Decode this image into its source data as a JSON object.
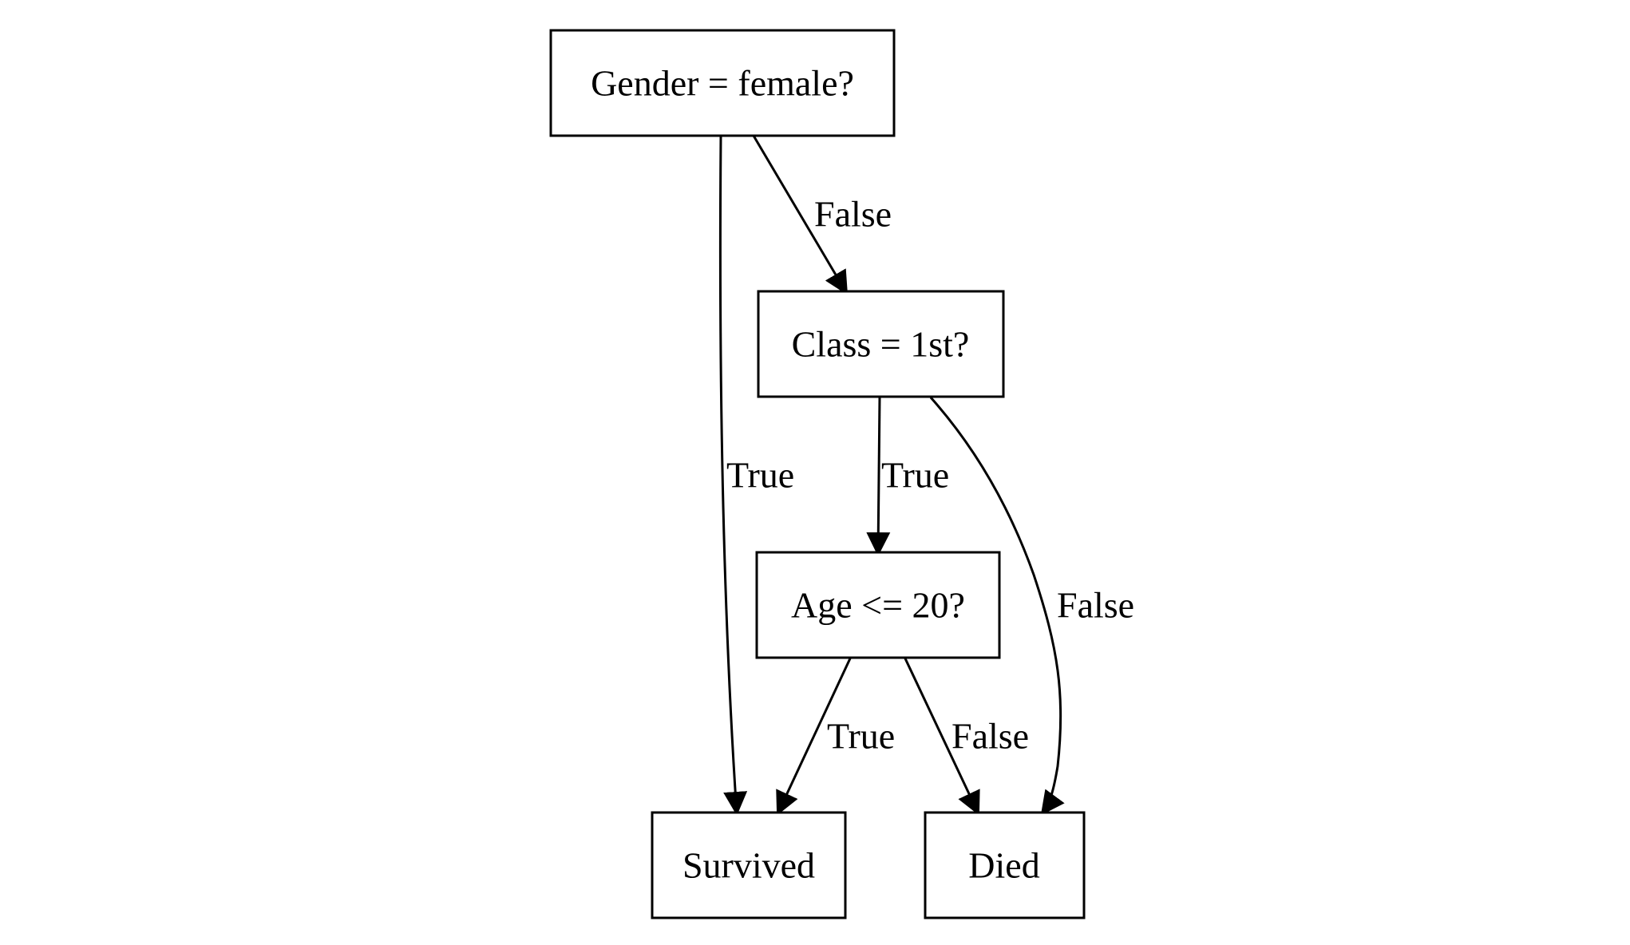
{
  "nodes": {
    "gender": {
      "label": "Gender = female?"
    },
    "class": {
      "label": "Class = 1st?"
    },
    "age": {
      "label": "Age <= 20?"
    },
    "survived": {
      "label": "Survived"
    },
    "died": {
      "label": "Died"
    }
  },
  "edges": [
    {
      "from": "gender",
      "to": "survived",
      "label": "True"
    },
    {
      "from": "gender",
      "to": "class",
      "label": "False"
    },
    {
      "from": "class",
      "to": "age",
      "label": "True"
    },
    {
      "from": "class",
      "to": "died",
      "label": "False"
    },
    {
      "from": "age",
      "to": "survived",
      "label": "True"
    },
    {
      "from": "age",
      "to": "died",
      "label": "False"
    }
  ],
  "colors": {
    "stroke": "#000000",
    "background": "#ffffff"
  }
}
